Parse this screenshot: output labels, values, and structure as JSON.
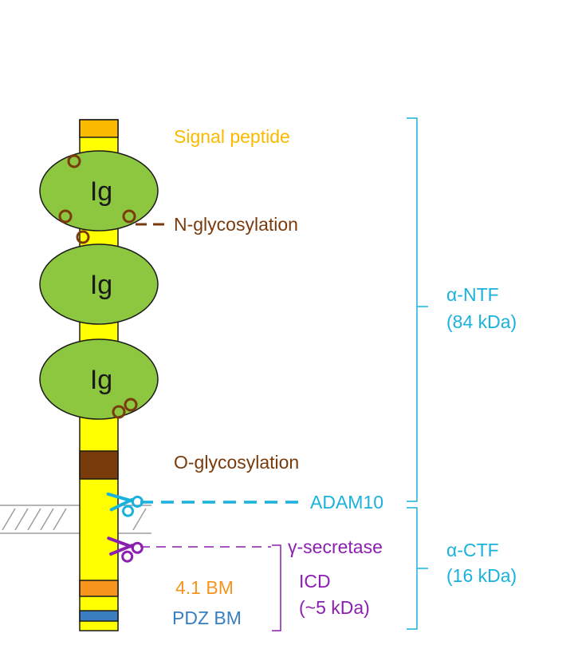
{
  "colors": {
    "signal": "#fbb900",
    "glyco_n": "#7a3b0c",
    "glyco_o": "#7a3b0c",
    "adam10": "#1ab2dc",
    "gamma": "#8c1fb0",
    "ntf": "#1ab2dc",
    "ctf": "#1ab2dc",
    "band41": "#f7941d",
    "pdz": "#3a7ebf",
    "ig_fill": "#8dc63f",
    "shaft": "#ffff00",
    "membrane": "#9e9e9e"
  },
  "domains": {
    "ig_label": "Ig"
  },
  "labels": {
    "signal_peptide": "Signal peptide",
    "n_glycosylation": "N-glycosylation",
    "o_glycosylation": "O-glycosylation",
    "adam10": "ADAM10",
    "gamma_secretase": "γ-secretase",
    "icd_line1": "ICD",
    "icd_line2": "(~5 kDa)",
    "band41_bm": "4.1 BM",
    "pdz_bm": "PDZ BM",
    "ntf_line1": "α-NTF",
    "ntf_line2": "(84 kDa)",
    "ctf_line1": "α-CTF",
    "ctf_line2": "(16 kDa)"
  }
}
